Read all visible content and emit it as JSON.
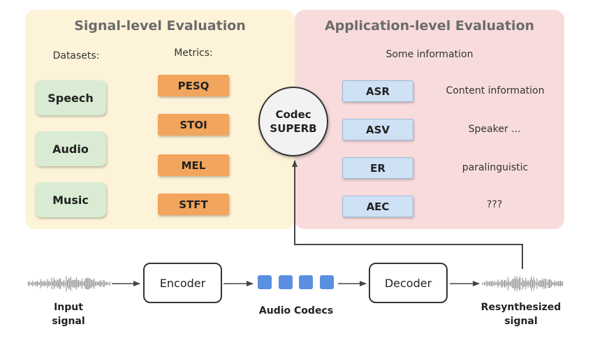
{
  "signal_panel": {
    "title": "Signal-level Evaluation",
    "datasets_label": "Datasets:",
    "metrics_label": "Metrics:",
    "datasets": [
      "Speech",
      "Audio",
      "Music"
    ],
    "metrics": [
      "PESQ",
      "STOI",
      "MEL",
      "STFT"
    ]
  },
  "app_panel": {
    "title": "Application-level Evaluation",
    "subtitle": "Some information",
    "tasks": [
      {
        "name": "ASR",
        "info": "Content information"
      },
      {
        "name": "ASV",
        "info": "Speaker ..."
      },
      {
        "name": "ER",
        "info": "paralinguistic"
      },
      {
        "name": "AEC",
        "info": "???"
      }
    ]
  },
  "codec": {
    "line1": "Codec",
    "line2": "SUPERB"
  },
  "pipeline": {
    "encoder": "Encoder",
    "decoder": "Decoder",
    "codecs_caption": "Audio Codecs",
    "input_line1": "Input",
    "input_line2": "signal",
    "output_line1": "Resynthesized",
    "output_line2": "signal"
  },
  "colors": {
    "signal_panel_bg": "#fdf3d8",
    "app_panel_bg": "#f8dcdc",
    "dataset_bg": "#d9ecd3",
    "metric_bg": "#f2a55c",
    "task_bg": "#cfe1f5",
    "token": "#5b8fe0"
  }
}
